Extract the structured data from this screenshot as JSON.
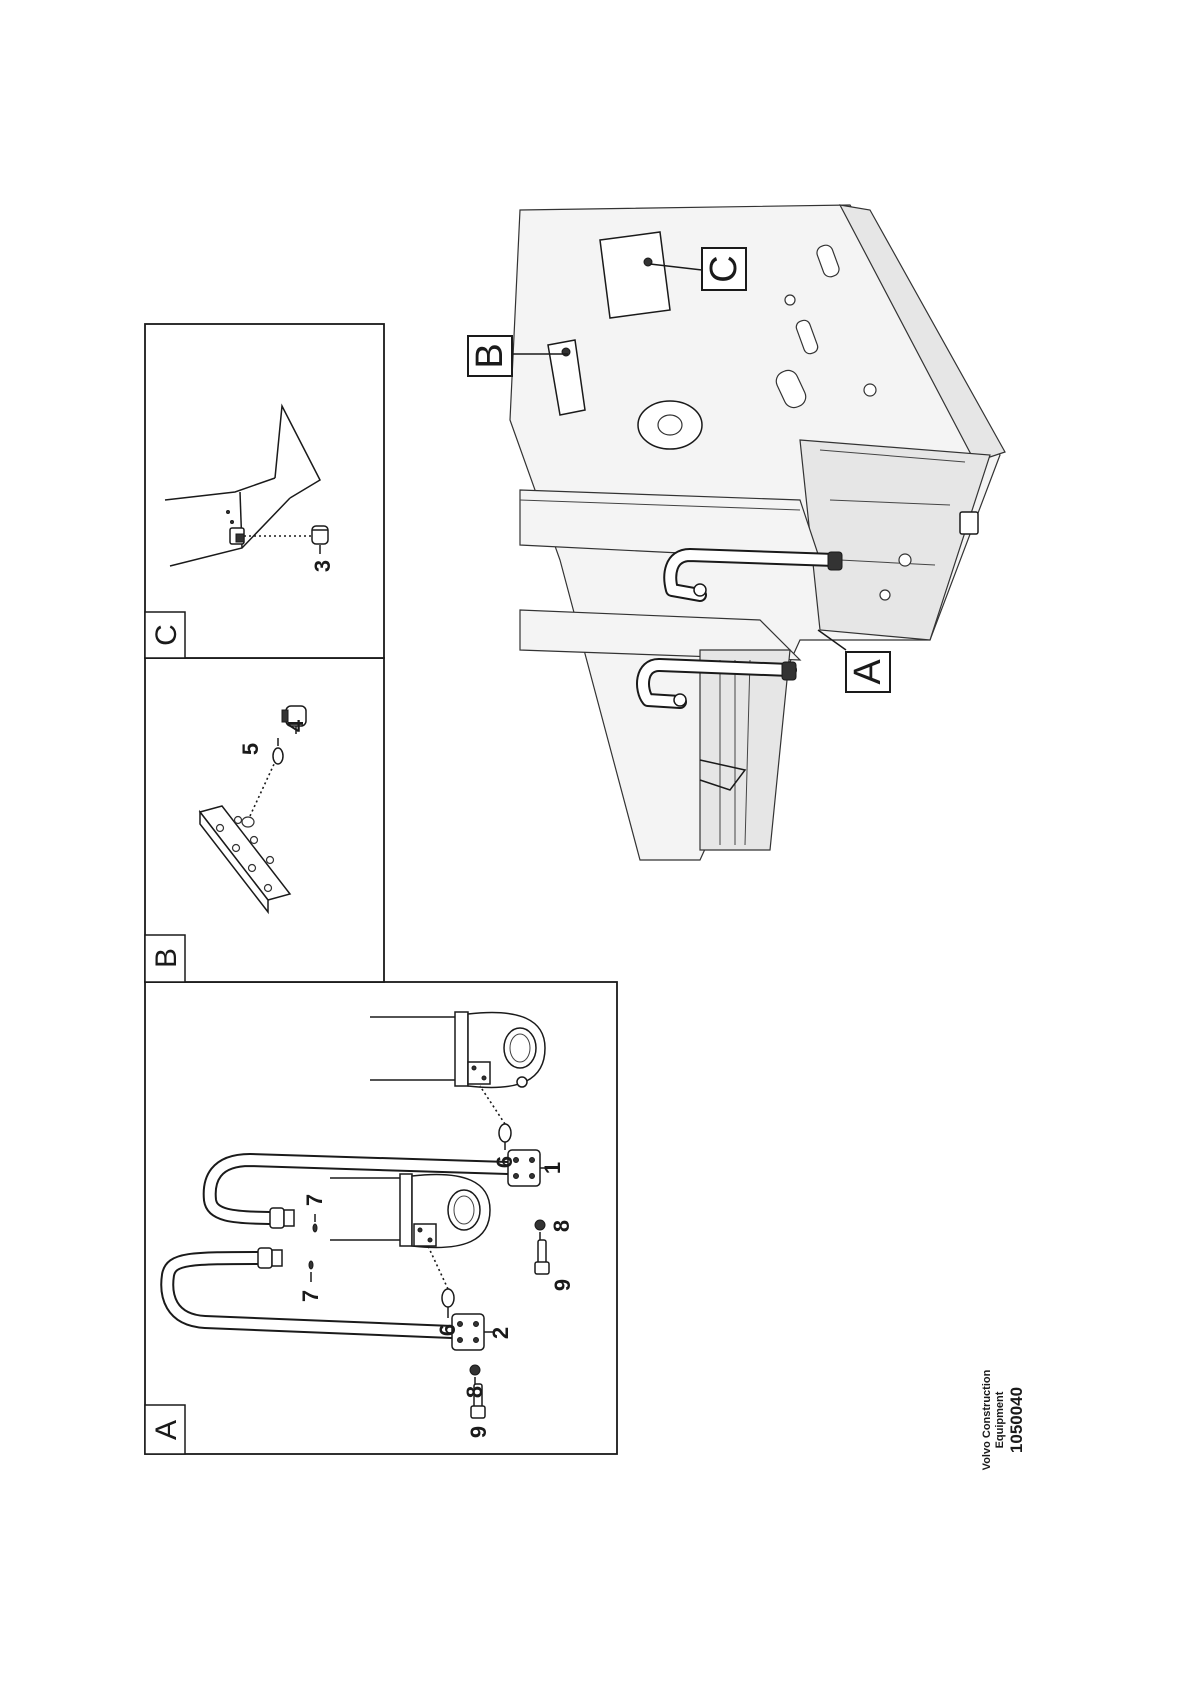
{
  "panels": {
    "a": {
      "letter": "A"
    },
    "b": {
      "letter": "B"
    },
    "c": {
      "letter": "C"
    }
  },
  "callouts": {
    "a": [
      "1",
      "2",
      "6",
      "6",
      "7",
      "7",
      "8",
      "8",
      "9",
      "9"
    ],
    "b": [
      "4",
      "5"
    ],
    "c": [
      "3"
    ]
  },
  "overview": {
    "labels": [
      "A",
      "B",
      "C"
    ]
  },
  "footer": {
    "company_line1": "Volvo Construction",
    "company_line2": "Equipment",
    "drawing_number": "1050040"
  }
}
